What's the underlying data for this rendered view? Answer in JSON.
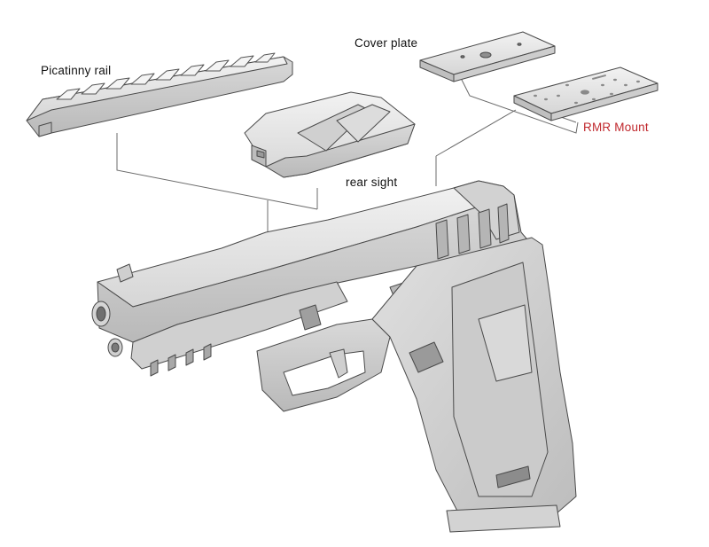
{
  "labels": {
    "picatinny_rail": "Picatinny rail",
    "cover_plate": "Cover plate",
    "rmr_mount": "RMR Mount",
    "rear_sight": "rear sight"
  },
  "colors": {
    "background": "#ffffff",
    "part_fill": "#e6e6e6",
    "part_shade": "#cfcfcf",
    "part_dark": "#a9a9a9",
    "outline": "#4a4a4a",
    "leader": "#6b6b6b",
    "accent_label": "#c0282d"
  },
  "icons": {
    "parts": [
      "picatinny-rail-icon",
      "cover-plate-icon",
      "rmr-mount-icon",
      "rear-sight-icon",
      "pistol-icon"
    ]
  }
}
